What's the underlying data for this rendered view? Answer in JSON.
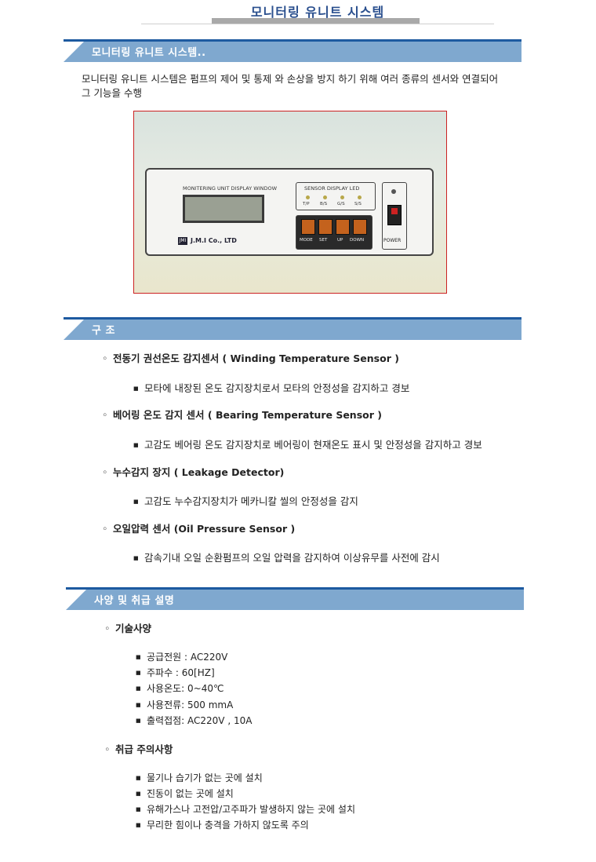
{
  "page_title": "모니터링 유니트 시스템",
  "sections": {
    "intro": {
      "title": "모니터링 유니트 시스템..",
      "text": "모니터링 유니트 시스템은 펌프의 제어 및 통제 와 손상을 방지 하기 위해 여러 종류의 센서와 연결되어 그 기능을 수행"
    },
    "structure": {
      "title": "구 조",
      "items": [
        {
          "heading": "전동기 권선온도 감지센서 ( Winding Temperature Sensor )",
          "desc": "모타에 내장된 온도 감지장치로서 모타의 안정성을 감지하고 경보"
        },
        {
          "heading": "베어링 온도 감지 센서 ( Bearing Temperature Sensor )",
          "desc": "고감도 베어링 온도 감지장치로 베어링이 현재온도 표시 및 안정성을 감지하고 경보"
        },
        {
          "heading": "누수감지 장지 ( Leakage Detector)",
          "desc": "고감도 누수감지장치가 메카니칼 씰의 안정성을 감지"
        },
        {
          "heading": "오일압력 센서 (Oil Pressure Sensor )",
          "desc": "감속기내 오일 순환펌프의 오일 압력을 감지하여 이상유무를 사전에 감시"
        }
      ]
    },
    "specs": {
      "title": "사양 및 취급 설명",
      "tech_heading": "기술사양",
      "tech_items": [
        "공급전원 : AC220V",
        "주파수 :  60[HZ]",
        "사용온도: 0~40℃",
        "사용전류: 500 mmA",
        "출력접점: AC220V , 10A"
      ],
      "caution_heading": "취급 주의사항",
      "caution_items": [
        "물기나 습기가 없는 곳에 설치",
        "진동이 없는 곳에 설치",
        "유해가스나 고전압/고주파가 발생하지 않는 곳에 설치",
        "무리한 힘이나 충격을 가하지 않도록 주의"
      ]
    }
  },
  "device_photo": {
    "display_label": "MONITERING UNIT DISPLAY WINDOW",
    "brand_icon": "JMI",
    "brand": "J.M.I Co., LTD",
    "led_label": "SENSOR DISPLAY LED",
    "leds": [
      "T/P",
      "B/S",
      "G/S",
      "S/S"
    ],
    "buttons": [
      "MODE",
      "SET",
      "UP",
      "DOWN"
    ],
    "power_label": "POWER"
  }
}
